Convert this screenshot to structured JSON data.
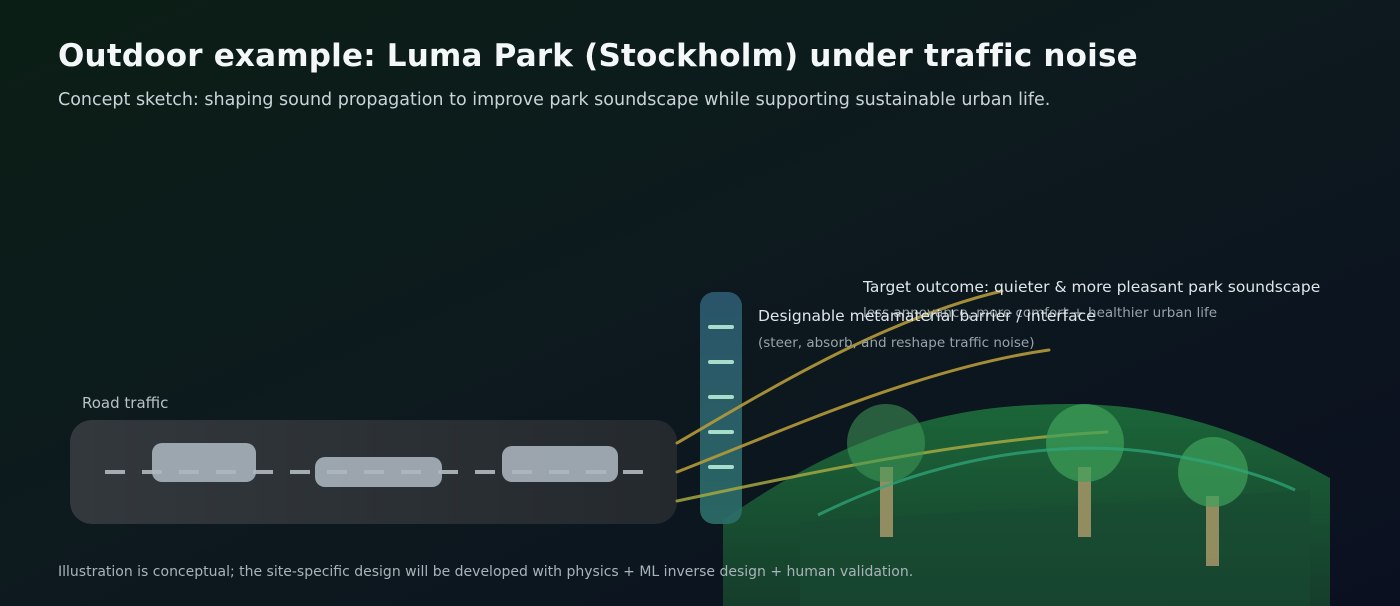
{
  "header": {
    "title": "Outdoor example: Luma Park (Stockholm) under traffic noise",
    "subtitle": "Concept sketch: shaping sound propagation to improve park soundscape while supporting sustainable urban life."
  },
  "road": {
    "label": "Road traffic"
  },
  "barrier": {
    "label": "Designable metamaterial barrier / interface",
    "sublabel": "(steer, absorb, and reshape traffic noise)"
  },
  "outcome": {
    "label": "Target outcome: quieter & more pleasant park soundscape",
    "sublabel": "less annoyance, more comfort + healthier urban life"
  },
  "footer": {
    "note": "Illustration is conceptual; the site-specific design will be developed with physics + ML inverse design + human validation."
  },
  "colors": {
    "sound_wave": "#b49a3a",
    "barrier": "#2f6f78",
    "park": "#1f6b3a",
    "tree_canopy": "#3fa15a",
    "trunk": "#a8986a",
    "car": "#a9b3bb",
    "road": "#2b3035"
  }
}
